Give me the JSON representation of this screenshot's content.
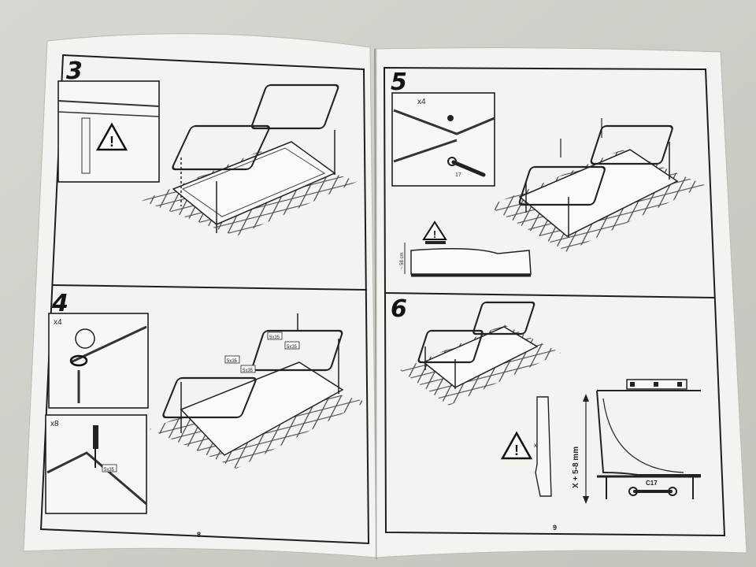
{
  "booklet": {
    "left_page": {
      "page_number": "8",
      "steps": [
        {
          "number": "3",
          "labels": []
        },
        {
          "number": "4",
          "labels": [
            "x4",
            "x8",
            "5x35",
            "5x35",
            "5x35",
            "5x35",
            "5x35"
          ]
        }
      ]
    },
    "right_page": {
      "page_number": "9",
      "steps": [
        {
          "number": "5",
          "labels": [
            "x4",
            "17",
            "~ 58 cm"
          ]
        },
        {
          "number": "6",
          "labels": [
            "x",
            "X + 5-8 mm",
            "C17"
          ]
        }
      ]
    },
    "icons": [
      "warning-triangle-icon",
      "wrench-icon",
      "screwdriver-icon",
      "hand-icon",
      "level-icon"
    ],
    "colors": {
      "paper": "#f4f4f0",
      "ink": "#1e1e1e",
      "background": "#cfcfc9"
    }
  }
}
